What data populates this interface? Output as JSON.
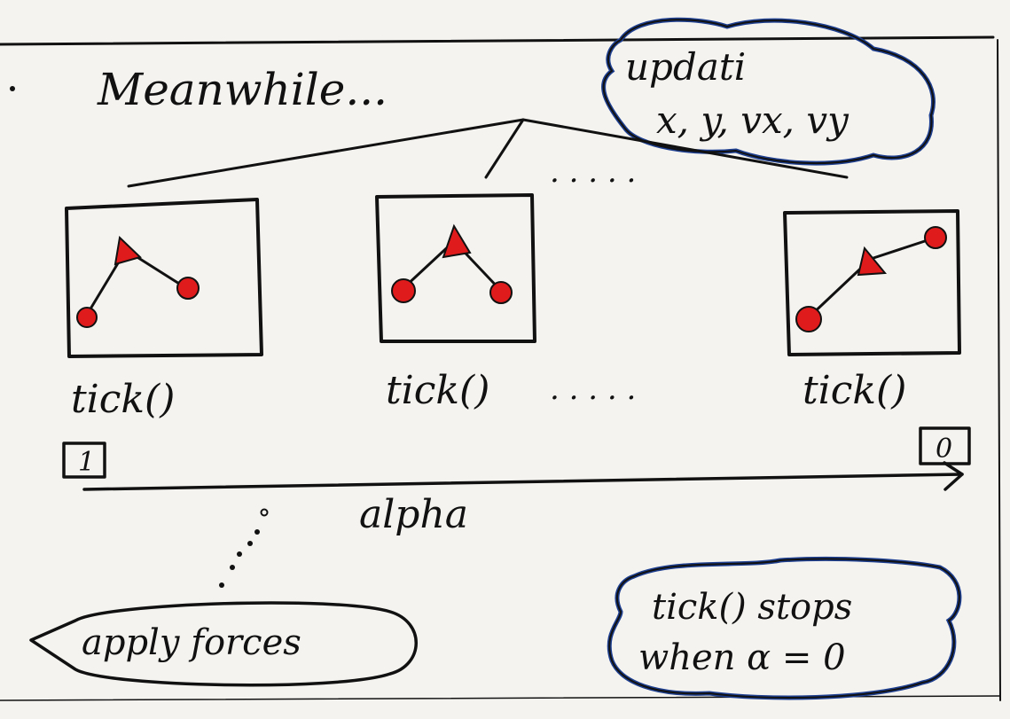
{
  "header": {
    "text": "Meanwhile..."
  },
  "update_cloud": {
    "line1": "updati",
    "line2": "x, y, vx, vy"
  },
  "ticks": [
    {
      "label": "tick()"
    },
    {
      "label": "tick()"
    },
    {
      "label": "tick()"
    }
  ],
  "ellipsis": ". . . . .",
  "alpha_axis": {
    "start": "1",
    "end": "0",
    "label": "alpha"
  },
  "apply_forces": {
    "label": "apply forces"
  },
  "stops_cloud": {
    "line1": "tick() stops",
    "line2": "when α = 0"
  },
  "colors": {
    "ink": "#111111",
    "node": "#e01b1b",
    "cloud_outline": "#1e3f8f",
    "paper": "#f4f3f0"
  },
  "icons": {
    "node_shape": "circle",
    "center_shape": "triangle"
  }
}
